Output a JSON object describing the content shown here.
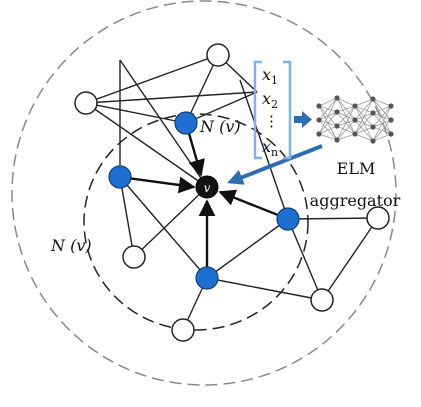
{
  "diagram": {
    "center_label": "v",
    "neighborhood_label_inner": "N (v)",
    "neighborhood_label_outer": "N (v)",
    "feature_vector": {
      "entries": [
        {
          "base": "x",
          "sub": "1"
        },
        {
          "base": "x",
          "sub": "2"
        },
        {
          "base": "⋮",
          "sub": ""
        },
        {
          "base": "x",
          "sub": "n"
        }
      ]
    },
    "aggregator_label_line1": "ELM",
    "aggregator_label_line2": "aggregator"
  },
  "colors": {
    "neighbor_fill": "#1f6fd1",
    "center_fill": "#141414",
    "bracket": "#7fb2e5",
    "aggregator_arrow": "#2f6db3",
    "line": "#222222",
    "dashed": "#777777"
  }
}
